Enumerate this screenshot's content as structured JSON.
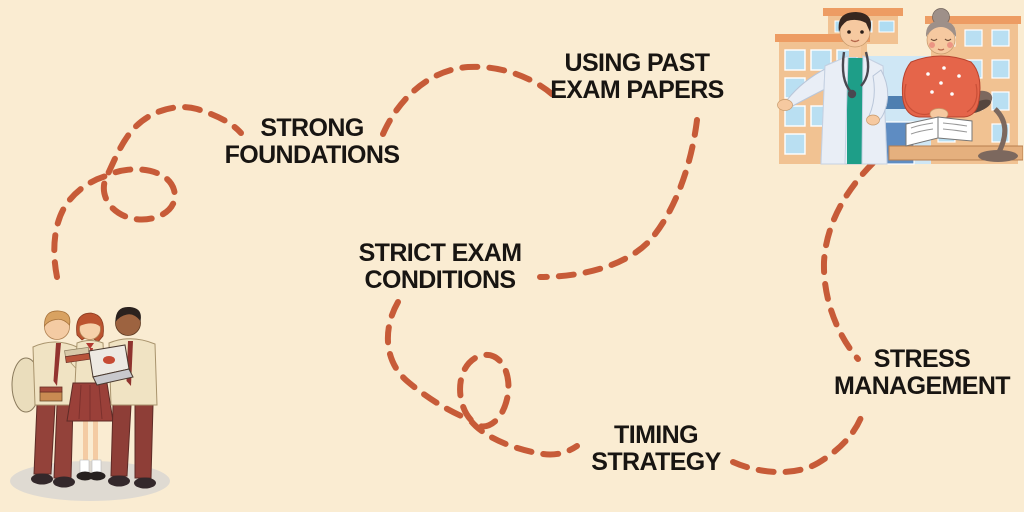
{
  "canvas": {
    "background_color": "#FAECD2",
    "path_color": "#C75B38",
    "label_color": "#181512"
  },
  "steps": [
    {
      "id": "strong-foundations",
      "line1": "STRONG",
      "line2": "FOUNDATIONS"
    },
    {
      "id": "using-past-exam-papers",
      "line1": "USING PAST",
      "line2": "EXAM PAPERS"
    },
    {
      "id": "strict-exam-conditions",
      "line1": "STRICT EXAM",
      "line2": "CONDITIONS"
    },
    {
      "id": "timing-strategy",
      "line1": "TIMING",
      "line2": "STRATEGY"
    },
    {
      "id": "stress-management",
      "line1": "STRESS",
      "line2": "MANAGEMENT"
    }
  ],
  "illustrations": {
    "students": "students-studying-with-laptop",
    "clinic": "doctor-and-woman-reading-at-hospital"
  },
  "palette": {
    "uniform_maroon": "#93423A",
    "uniform_cream": "#F0E3C3",
    "scrub_teal": "#1E9E88",
    "coat_white": "#E9EEF6",
    "sweater_coral": "#E5654A",
    "building_tan": "#F1C292",
    "window_blue": "#B9DFF2"
  }
}
